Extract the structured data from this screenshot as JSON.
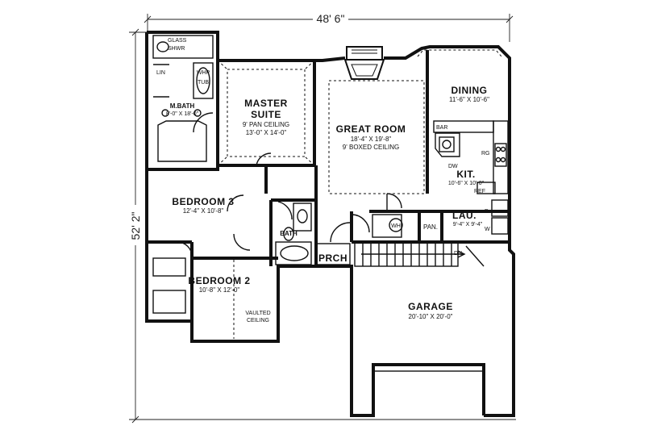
{
  "dimensions": {
    "width": "48' 6\"",
    "depth": "52' 2\""
  },
  "rooms": {
    "glass_shower": {
      "line1": "GLASS",
      "line2": "SHWR"
    },
    "whirlpool_tub": {
      "line1": "WHP",
      "line2": "TUB"
    },
    "linen": "LIN",
    "master_bath": {
      "name": "M.BATH",
      "size": "8'-0\" X 18'-0\""
    },
    "master_suite": {
      "line1": "MASTER",
      "line2": "SUITE",
      "ceiling": "9' PAN CEILING",
      "size": "13'-0\" X 14'-0\""
    },
    "great_room": {
      "name": "GREAT ROOM",
      "size": "18'-4\" X 19'-8\"",
      "ceiling": "9' BOXED CEILING"
    },
    "dining": {
      "name": "DINING",
      "size": "11'-6\" X 10'-6\""
    },
    "kitchen": {
      "name": "KIT.",
      "size": "10'-6\" X 10'-0\"",
      "bar": "BAR",
      "range": "RG",
      "dishwasher": "DW",
      "refrigerator": "REF"
    },
    "bedroom3": {
      "name": "BEDROOM 3",
      "size": "12'-4\" X 10'-8\""
    },
    "bath": "BATH",
    "water_heater": "WH",
    "pantry": "PAN.",
    "laundry": {
      "name": "LAU.",
      "size": "9'-4\" X 9'-4\"",
      "dryer": "D",
      "washer": "W"
    },
    "porch": "PRCH",
    "stair_down": "DN",
    "bedroom2": {
      "name": "BEDROOM 2",
      "size": "10'-8\" X 12'-0\"",
      "ceiling1": "VAULTED",
      "ceiling2": "CEILING"
    },
    "garage": {
      "name": "GARAGE",
      "size": "20'-10\" X 20'-0\""
    }
  }
}
